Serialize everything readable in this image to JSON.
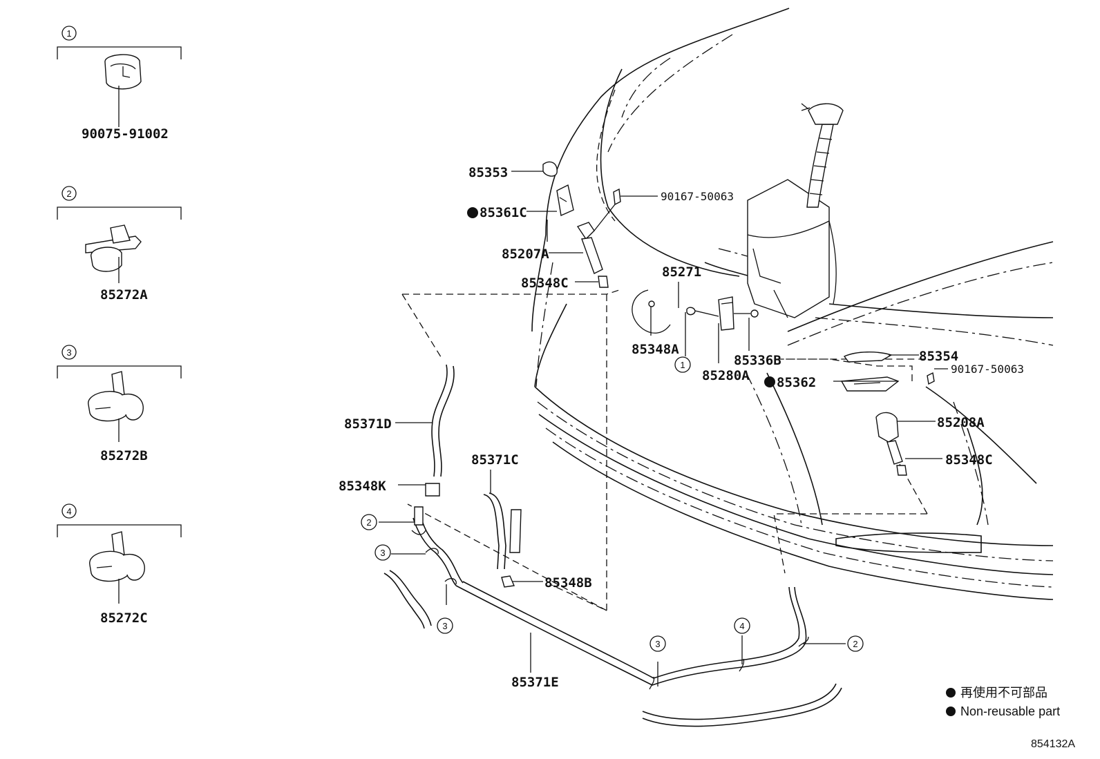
{
  "insets": [
    {
      "num": "1",
      "part": "90075-91002"
    },
    {
      "num": "2",
      "part": "85272A"
    },
    {
      "num": "3",
      "part": "85272B"
    },
    {
      "num": "4",
      "part": "85272C"
    }
  ],
  "callouts": {
    "p85353": "85353",
    "p85361C": "85361C",
    "p85207A": "85207A",
    "p85348C_top": "85348C",
    "p90167_top": "90167-50063",
    "p85271": "85271",
    "p85348A": "85348A",
    "p85336B": "85336B",
    "p85280A": "85280A",
    "p85354": "85354",
    "p90167_right": "90167-50063",
    "p85362": "85362",
    "p85208A": "85208A",
    "p85348C_right": "85348C",
    "p85371D": "85371D",
    "p85348K": "85348K",
    "p85371C": "85371C",
    "p85348B": "85348B",
    "p85371E": "85371E"
  },
  "clip_refs": {
    "c1": "1",
    "c2a": "2",
    "c3a": "3",
    "c3b": "3",
    "c3c": "3",
    "c4": "4",
    "c2b": "2"
  },
  "legend": {
    "line1": "再使用不可部品",
    "line2": "Non-reusable part"
  },
  "diagram_code": "854132A"
}
